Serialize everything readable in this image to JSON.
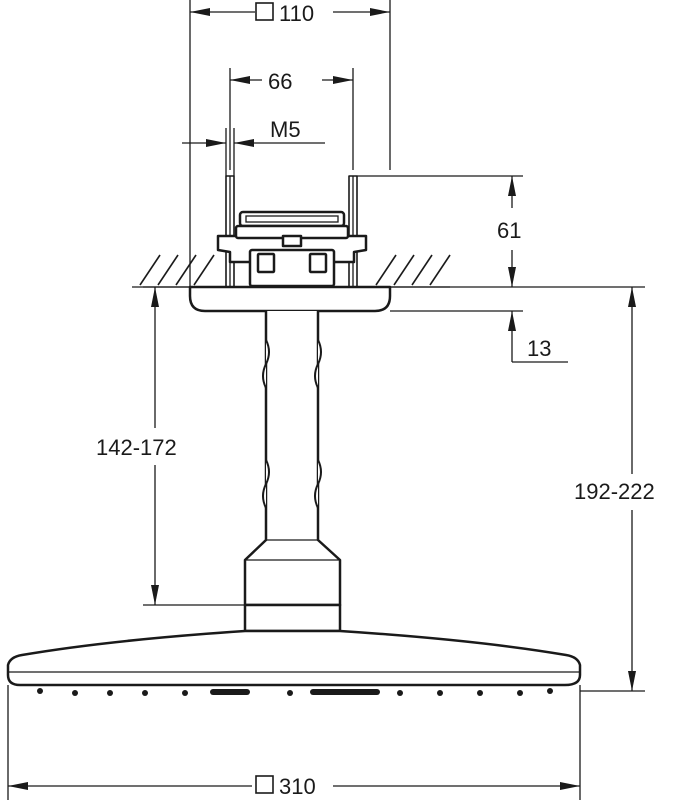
{
  "dimensions": {
    "square_110": "110",
    "width_66": "66",
    "thread_m5": "M5",
    "height_61": "61",
    "depth_13": "13",
    "arm_142_172": "142-172",
    "total_192_222": "192-222",
    "square_310": "310"
  }
}
